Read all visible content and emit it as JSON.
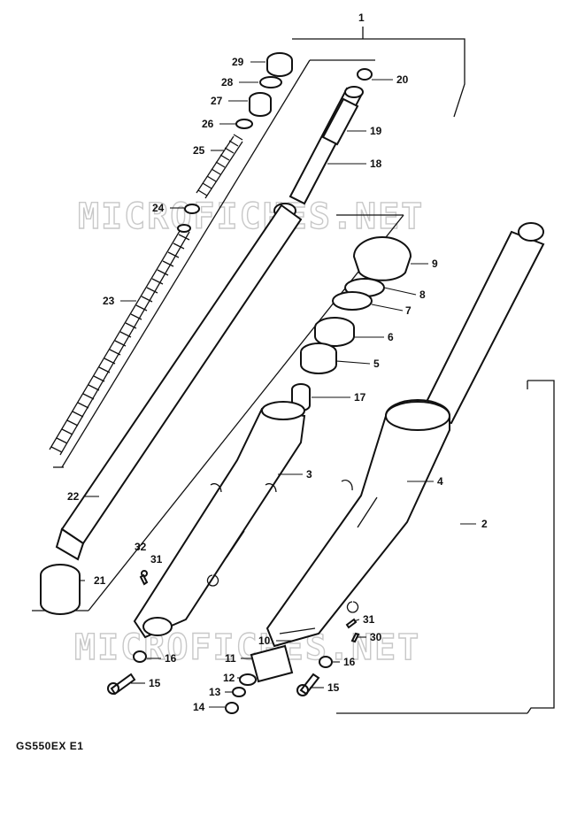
{
  "diagram": {
    "model_code": "GS550EX E1",
    "watermark": "MICROFICHES.NET",
    "part_labels": [
      "1",
      "2",
      "3",
      "4",
      "5",
      "6",
      "7",
      "8",
      "9",
      "10",
      "11",
      "12",
      "13",
      "14",
      "15",
      "15",
      "16",
      "16",
      "17",
      "18",
      "19",
      "20",
      "21",
      "22",
      "23",
      "24",
      "25",
      "26",
      "27",
      "28",
      "29",
      "30",
      "31",
      "31",
      "32"
    ]
  }
}
